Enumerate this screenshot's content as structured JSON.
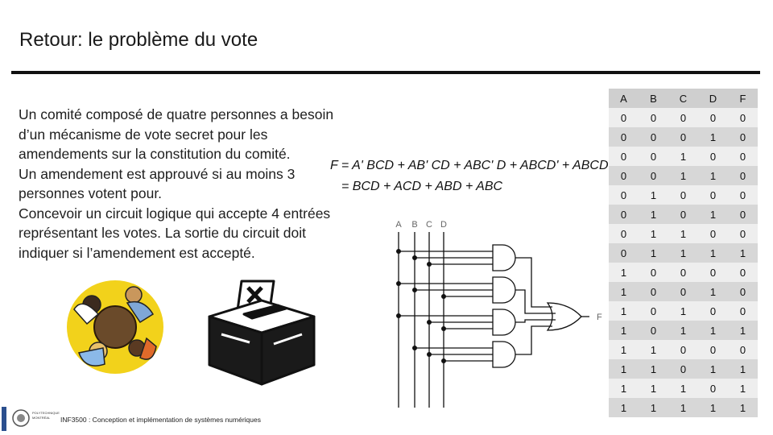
{
  "slide": {
    "title": "Retour: le problème du vote",
    "paragraphs": [
      "Un comité composé de quatre personnes a besoin d’un mécanisme de vote secret pour les amendements sur la constitution du comité.",
      "Un amendement est approuvé si au moins 3 personnes votent pour.",
      "Concevoir un circuit logique qui accepte 4 entrées représentant les votes. La sortie du circuit doit indiquer si l’amendement est accepté."
    ],
    "formula": {
      "line1": "F = A' BCD + AB' CD + ABC' D + ABCD' + ABCD",
      "line2": "= BCD + ACD + ABD + ABC"
    },
    "circuit": {
      "inputs": [
        "A",
        "B",
        "C",
        "D"
      ],
      "output": "F"
    },
    "footer": "INF3500 : Conception et implémentation de systèmes numériques",
    "logo_text": [
      "POLYTECHNIQUE",
      "MONTRÉAL"
    ]
  },
  "truth_table": {
    "headers": [
      "A",
      "B",
      "C",
      "D",
      "F"
    ],
    "rows": [
      [
        "0",
        "0",
        "0",
        "0",
        "0"
      ],
      [
        "0",
        "0",
        "0",
        "1",
        "0"
      ],
      [
        "0",
        "0",
        "1",
        "0",
        "0"
      ],
      [
        "0",
        "0",
        "1",
        "1",
        "0"
      ],
      [
        "0",
        "1",
        "0",
        "0",
        "0"
      ],
      [
        "0",
        "1",
        "0",
        "1",
        "0"
      ],
      [
        "0",
        "1",
        "1",
        "0",
        "0"
      ],
      [
        "0",
        "1",
        "1",
        "1",
        "1"
      ],
      [
        "1",
        "0",
        "0",
        "0",
        "0"
      ],
      [
        "1",
        "0",
        "0",
        "1",
        "0"
      ],
      [
        "1",
        "0",
        "1",
        "0",
        "0"
      ],
      [
        "1",
        "0",
        "1",
        "1",
        "1"
      ],
      [
        "1",
        "1",
        "0",
        "0",
        "0"
      ],
      [
        "1",
        "1",
        "0",
        "1",
        "1"
      ],
      [
        "1",
        "1",
        "1",
        "0",
        "1"
      ],
      [
        "1",
        "1",
        "1",
        "1",
        "1"
      ]
    ]
  },
  "colors": {
    "rule": "#111111",
    "table_dark": "#d7d7d7",
    "table_light": "#eeeeee",
    "clipart_yellow": "#f2d21b"
  }
}
